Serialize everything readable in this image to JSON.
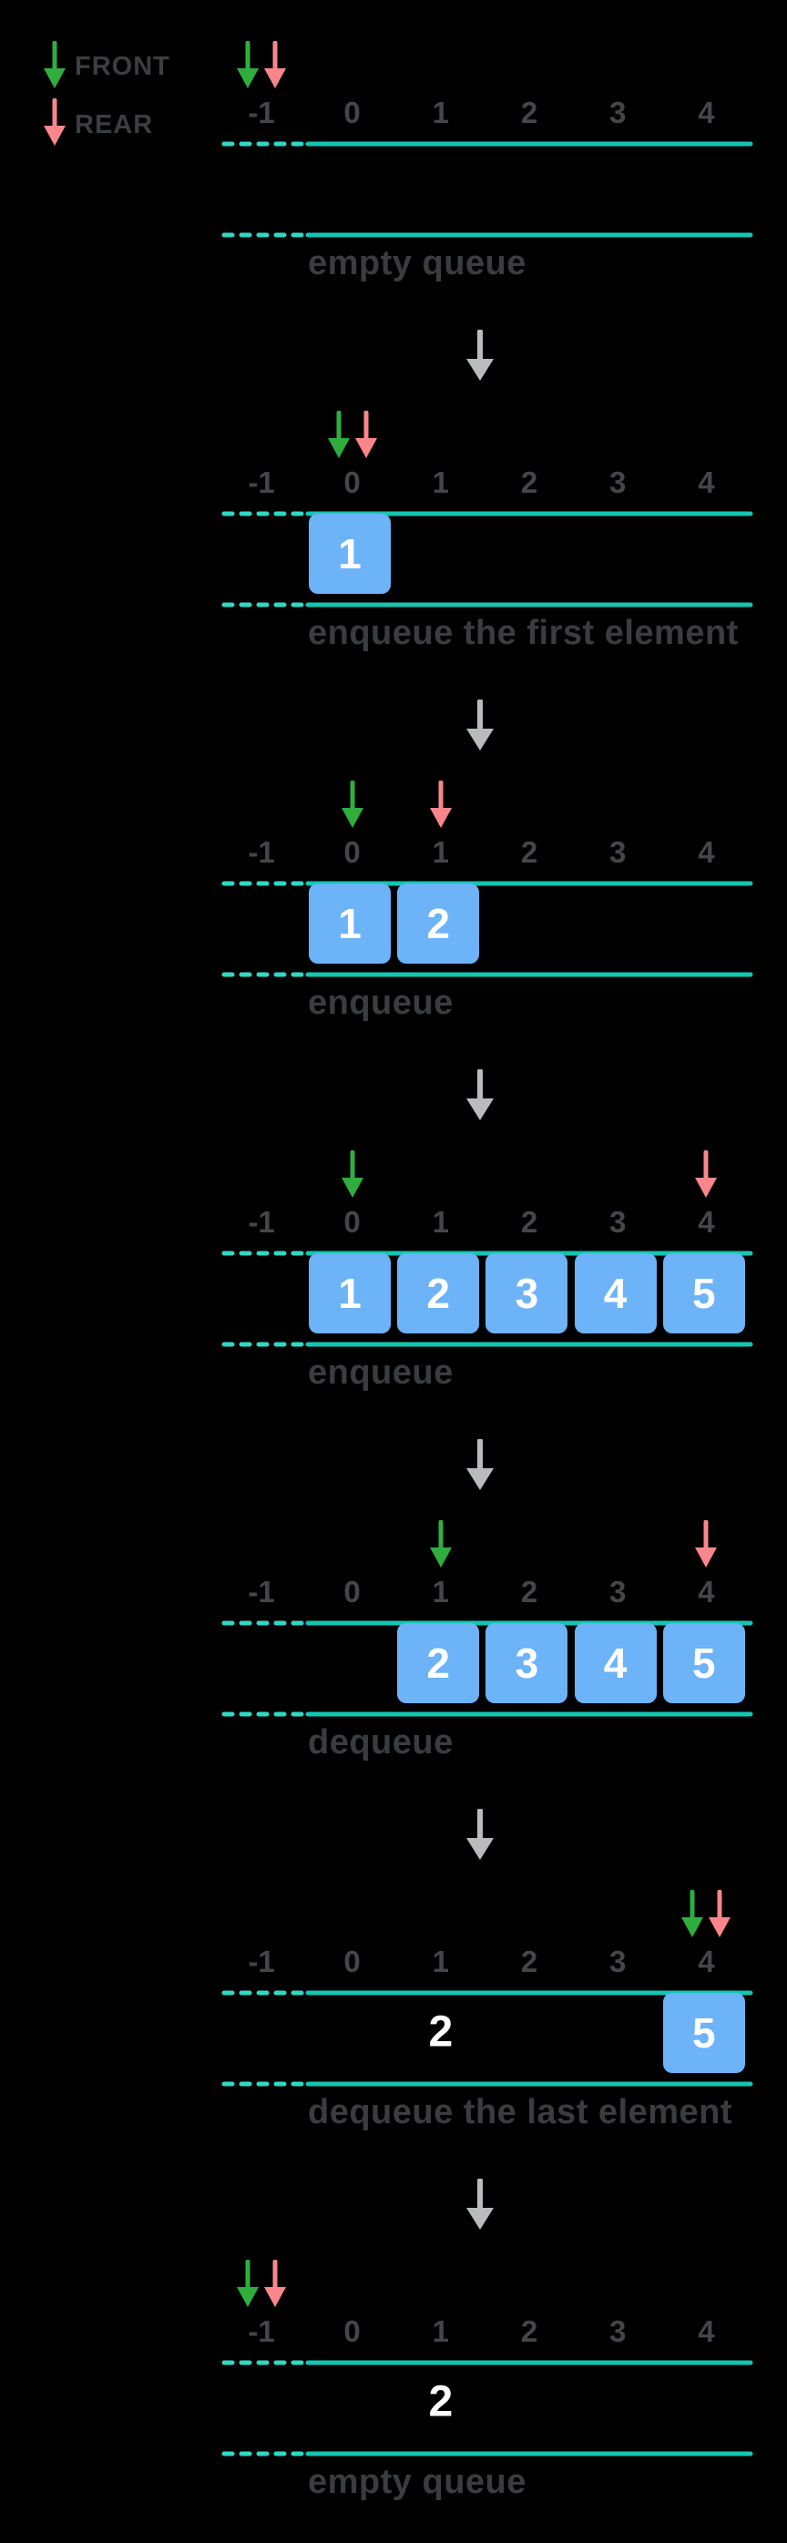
{
  "legend": {
    "front_label": "FRONT",
    "rear_label": "REAR"
  },
  "indices": [
    "-1",
    "0",
    "1",
    "2",
    "3",
    "4"
  ],
  "colors": {
    "background": "#000000",
    "front_arrow": "#2fae3e",
    "rear_arrow": "#f9868a",
    "lane_solid": "#12c7b2",
    "lane_dash": "#2fd9c4",
    "element_fill": "#6cb3f8",
    "element_text": "#ffffff",
    "index_text": "#43464a",
    "caption_text": "#3a3d3f",
    "legend_text": "#3b3e40",
    "transition_arrow": "#b9bcbe"
  },
  "stages": [
    {
      "caption": "empty queue",
      "front_index": -1,
      "rear_index": -1,
      "elements": []
    },
    {
      "caption": "enqueue the first element",
      "front_index": 0,
      "rear_index": 0,
      "elements": [
        {
          "cell": 0,
          "value": "1"
        }
      ]
    },
    {
      "caption": "enqueue",
      "front_index": 0,
      "rear_index": 1,
      "elements": [
        {
          "cell": 0,
          "value": "1"
        },
        {
          "cell": 1,
          "value": "2"
        }
      ]
    },
    {
      "caption": "enqueue",
      "front_index": 0,
      "rear_index": 4,
      "elements": [
        {
          "cell": 0,
          "value": "1"
        },
        {
          "cell": 1,
          "value": "2"
        },
        {
          "cell": 2,
          "value": "3"
        },
        {
          "cell": 3,
          "value": "4"
        },
        {
          "cell": 4,
          "value": "5"
        }
      ]
    },
    {
      "caption": "dequeue",
      "front_index": 1,
      "rear_index": 4,
      "elements": [
        {
          "cell": 1,
          "value": "2"
        },
        {
          "cell": 2,
          "value": "3"
        },
        {
          "cell": 3,
          "value": "4"
        },
        {
          "cell": 4,
          "value": "5"
        }
      ]
    },
    {
      "caption": "dequeue the last element",
      "front_index": 4,
      "rear_index": 4,
      "elements": [
        {
          "cell": 4,
          "value": "5"
        }
      ],
      "ghost": {
        "cell": 1,
        "value": "2"
      }
    },
    {
      "caption": "empty queue",
      "front_index": -1,
      "rear_index": -1,
      "elements": [],
      "ghost": {
        "cell": 1,
        "value": "2"
      }
    }
  ]
}
